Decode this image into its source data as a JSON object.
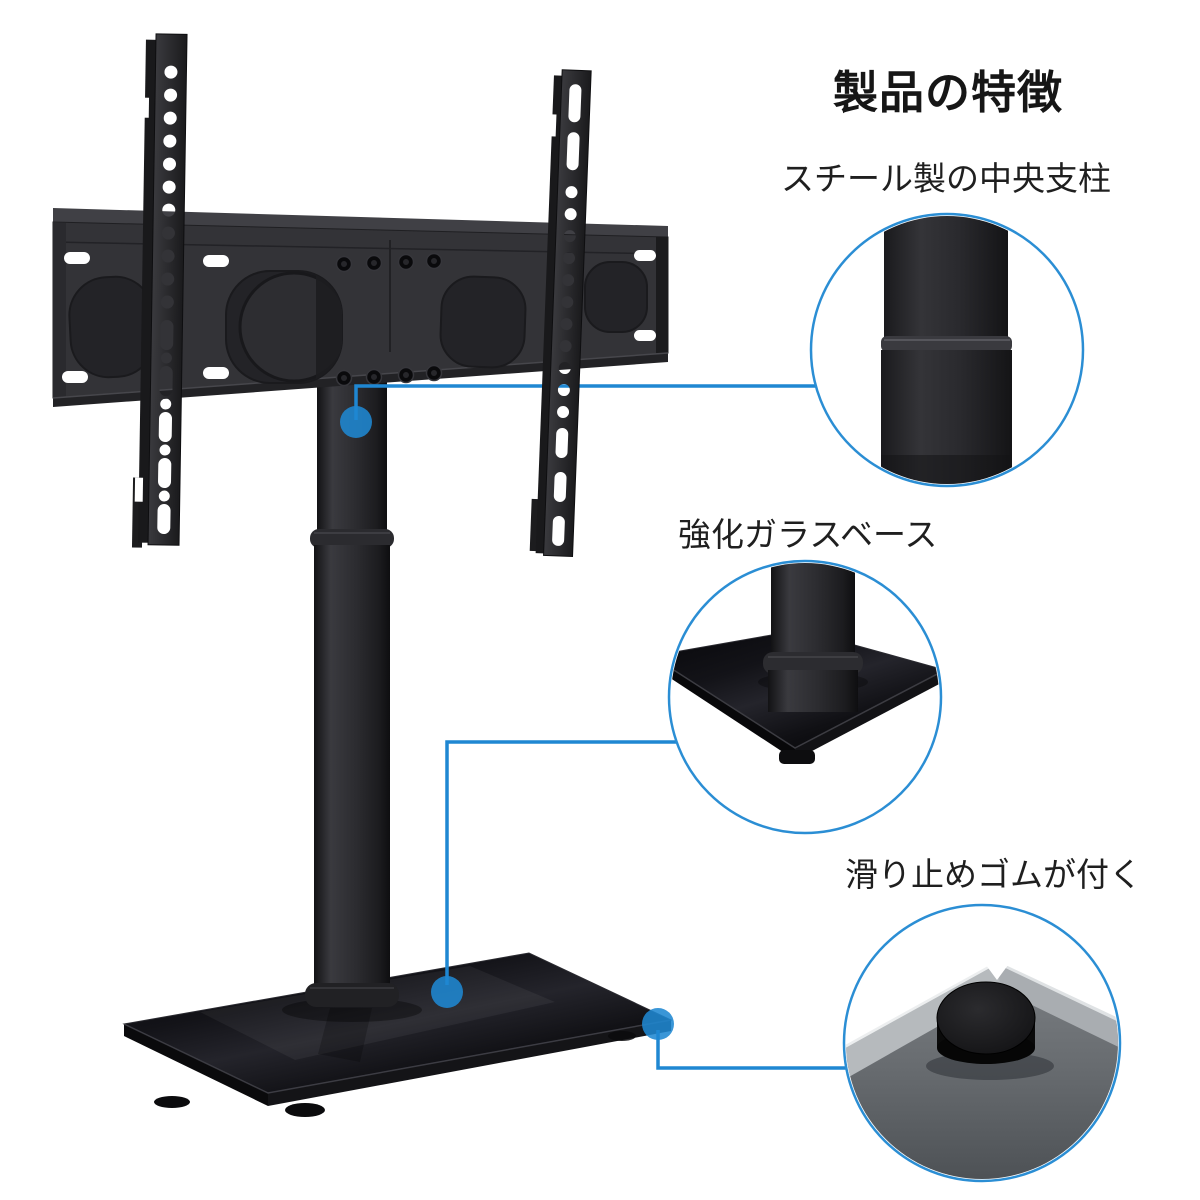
{
  "page": {
    "background_color": "#ffffff",
    "accent_color": "#1f87d2",
    "callout_ring_color": "#2b8ed4"
  },
  "header": {
    "title": "製品の特徴"
  },
  "callouts": [
    {
      "label": "スチール製の中央支柱",
      "icon": "steel-column-closeup-circle",
      "marker": "blue-dot"
    },
    {
      "label": "強化ガラスベース",
      "icon": "glass-base-closeup-circle",
      "marker": "blue-dot"
    },
    {
      "label": "滑り止めゴムが付く",
      "icon": "rubber-foot-closeup-circle",
      "marker": "blue-dot"
    }
  ]
}
